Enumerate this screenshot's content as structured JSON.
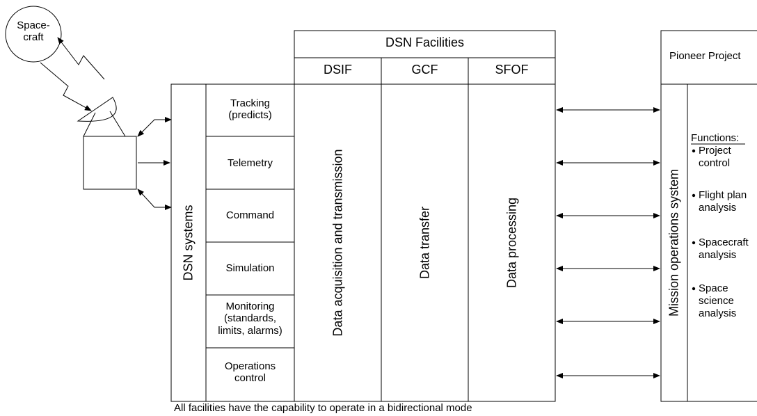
{
  "spacecraft": {
    "line1": "Space-",
    "line2": "craft"
  },
  "dsn_facilities": {
    "title": "DSN Facilities",
    "columns": [
      {
        "header": "DSIF",
        "body": "Data acquisition and transmission"
      },
      {
        "header": "GCF",
        "body": "Data transfer"
      },
      {
        "header": "SFOF",
        "body": "Data processing"
      }
    ]
  },
  "dsn_systems": {
    "label": "DSN systems",
    "items": [
      [
        "Tracking",
        "(predicts)"
      ],
      [
        "Telemetry"
      ],
      [
        "Command"
      ],
      [
        "Simulation"
      ],
      [
        "Monitoring",
        "(standards,",
        "limits, alarms)"
      ],
      [
        "Operations",
        "control"
      ]
    ]
  },
  "pioneer": {
    "title": "Pioneer Project",
    "side_label": "Mission operations system",
    "functions_heading": "Functions:",
    "functions": [
      [
        "Project",
        "control"
      ],
      [
        "Flight plan",
        "analysis"
      ],
      [
        "Spacecraft",
        "analysis"
      ],
      [
        "Space",
        "science",
        "analysis"
      ]
    ]
  },
  "footnote": "All facilities have the capability to operate in a bidirectional mode"
}
